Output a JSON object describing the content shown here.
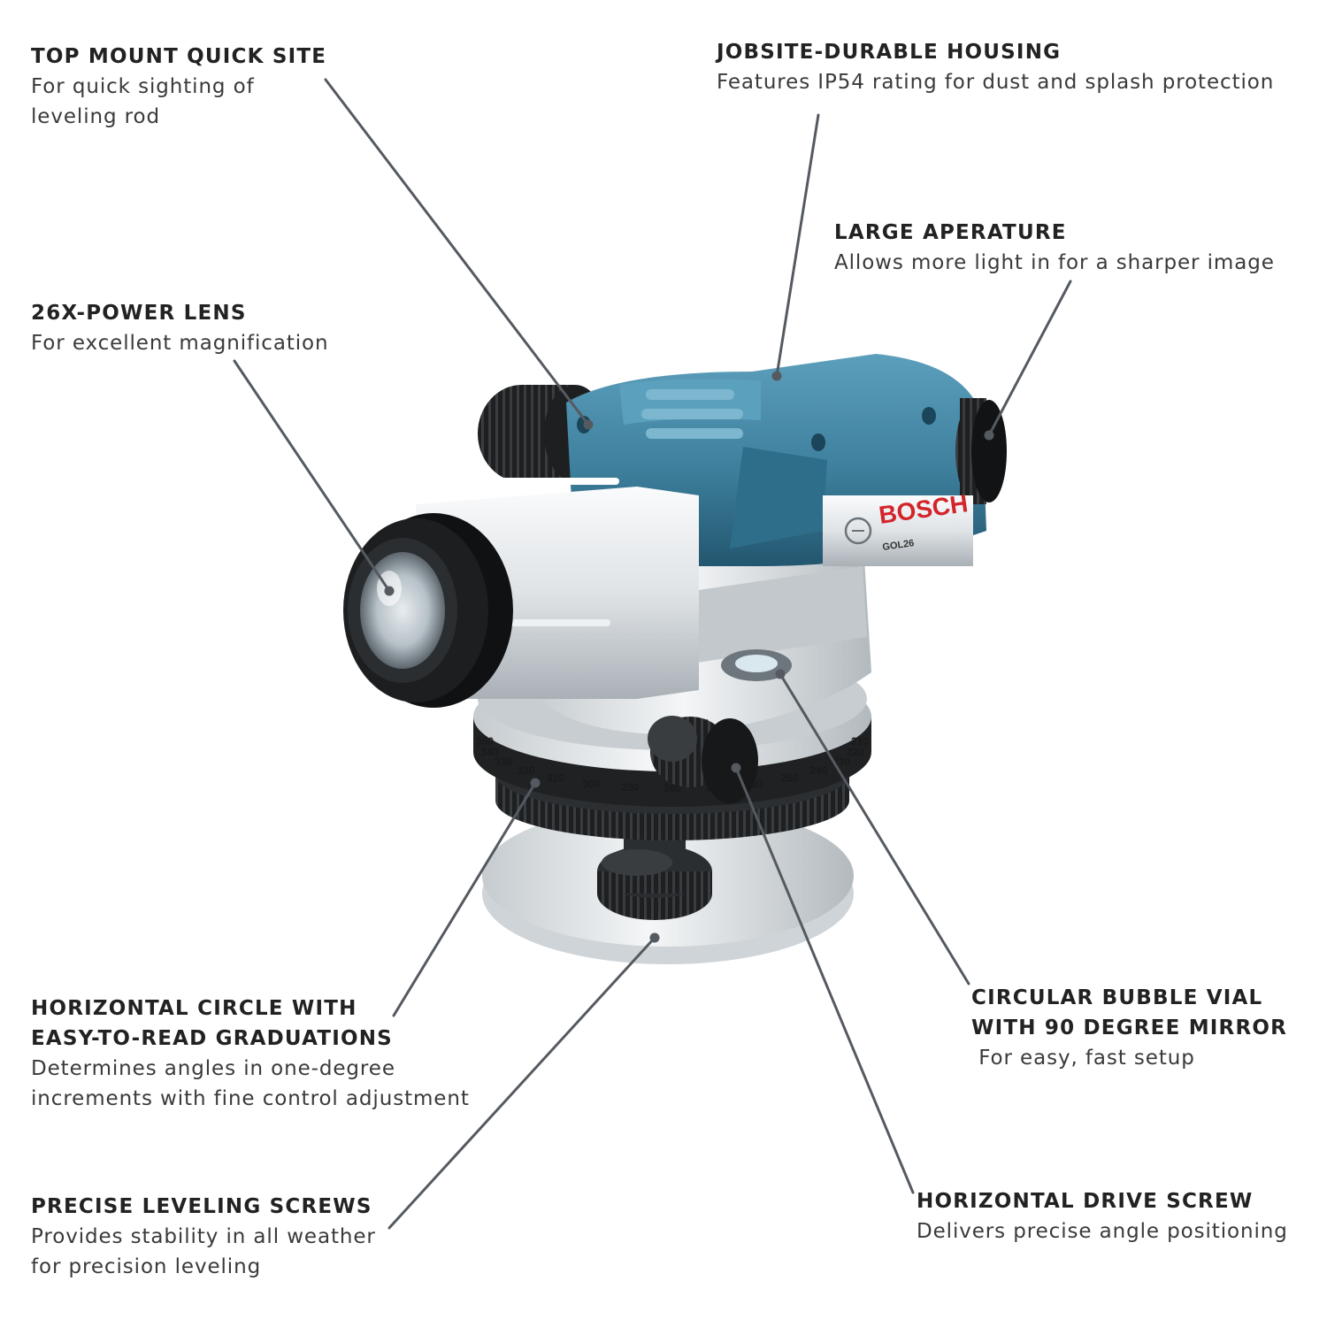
{
  "callouts": [
    {
      "id": "top-mount",
      "title_lines": [
        "TOP MOUNT QUICK SITE"
      ],
      "desc_lines": [
        "For quick sighting of",
        "leveling rod"
      ]
    },
    {
      "id": "housing",
      "title_lines": [
        "JOBSITE-DURABLE HOUSING"
      ],
      "desc_lines": [
        "Features IP54 rating for dust and splash protection"
      ]
    },
    {
      "id": "aperture",
      "title_lines": [
        "LARGE APERATURE"
      ],
      "desc_lines": [
        "Allows more light in for a sharper image"
      ]
    },
    {
      "id": "lens",
      "title_lines": [
        "26X-POWER LENS"
      ],
      "desc_lines": [
        "For excellent magnification"
      ]
    },
    {
      "id": "circle",
      "title_lines": [
        "HORIZONTAL CIRCLE WITH",
        "EASY-TO-READ GRADUATIONS"
      ],
      "desc_lines": [
        "Determines angles in one-degree",
        "increments with fine control adjustment"
      ]
    },
    {
      "id": "bubble",
      "title_lines": [
        "CIRCULAR BUBBLE VIAL",
        "WITH 90 DEGREE MIRROR"
      ],
      "desc_lines": [
        " For easy, fast setup"
      ]
    },
    {
      "id": "screws",
      "title_lines": [
        "PRECISE LEVELING SCREWS"
      ],
      "desc_lines": [
        "Provides stability in all weather",
        "for precision leveling"
      ]
    },
    {
      "id": "drive",
      "title_lines": [
        "HORIZONTAL DRIVE SCREW"
      ],
      "desc_lines": [
        "Delivers precise angle positioning"
      ]
    }
  ],
  "product": {
    "brand": "BOSCH",
    "model": "GOL26",
    "scale_labels": [
      "350",
      "340",
      "330",
      "320",
      "310",
      "300",
      "290",
      "280",
      "270",
      "260",
      "250",
      "240",
      "230",
      "220",
      "210"
    ]
  },
  "colors": {
    "housing_blue": "#3d7f9c",
    "brand_red": "#d4242b",
    "silver": "#dfe3e6",
    "leader_line": "#555a60"
  }
}
